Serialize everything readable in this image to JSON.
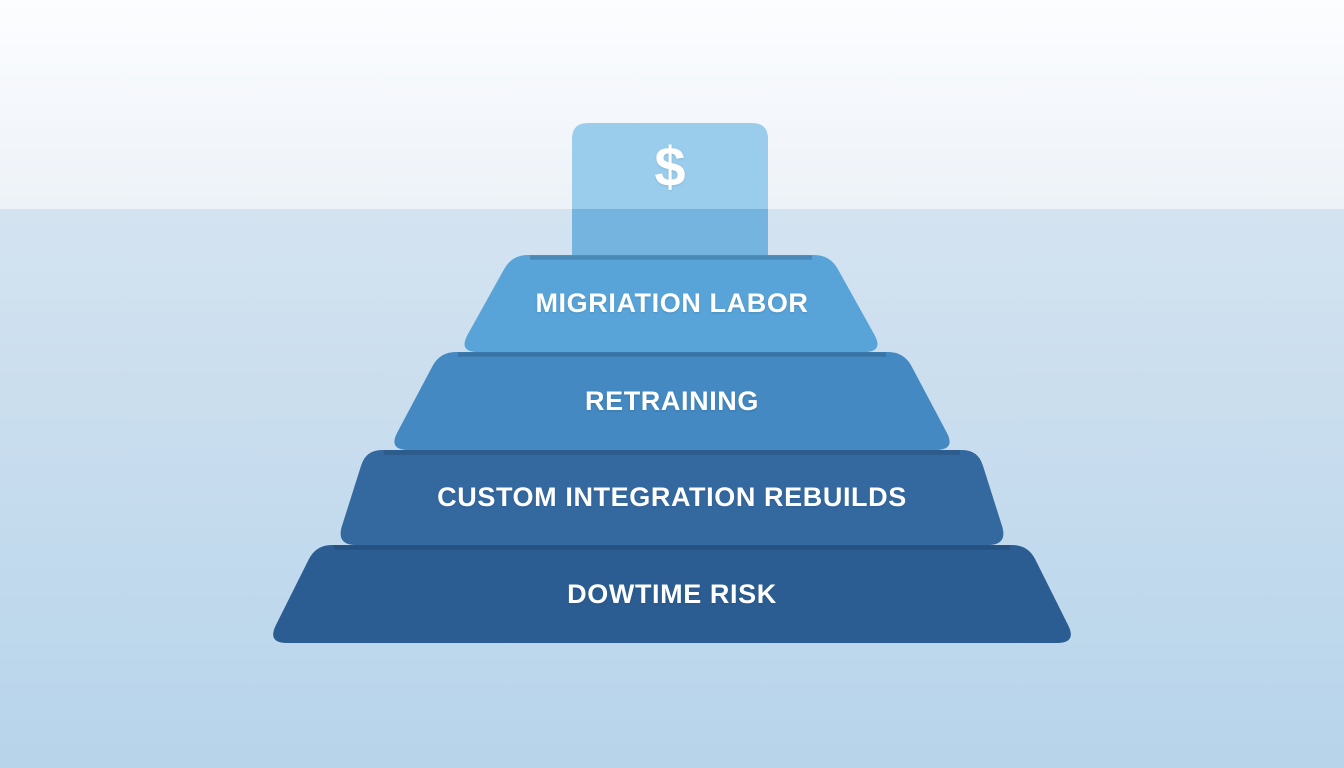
{
  "diagram": {
    "top_box": {
      "icon": "$"
    },
    "levels": [
      {
        "label": "MIGRIATION LABOR",
        "color": "#58a4d8"
      },
      {
        "label": "RETRAINING",
        "color": "#4489c1"
      },
      {
        "label": "CUSTOM INTEGRATION REBUILDS",
        "color": "#34699f"
      },
      {
        "label": "DOWTIME RISK",
        "color": "#2b5d93"
      }
    ],
    "colors": {
      "box_upper": "#9acdeb",
      "box_lower": "#74b4de",
      "bg_top_start": "#fcfdff",
      "bg_top_end": "#edf2f8",
      "bg_bottom_start": "#d4e3f0",
      "bg_bottom_end": "#b7d4eb",
      "label_text": "#ffffff"
    }
  }
}
